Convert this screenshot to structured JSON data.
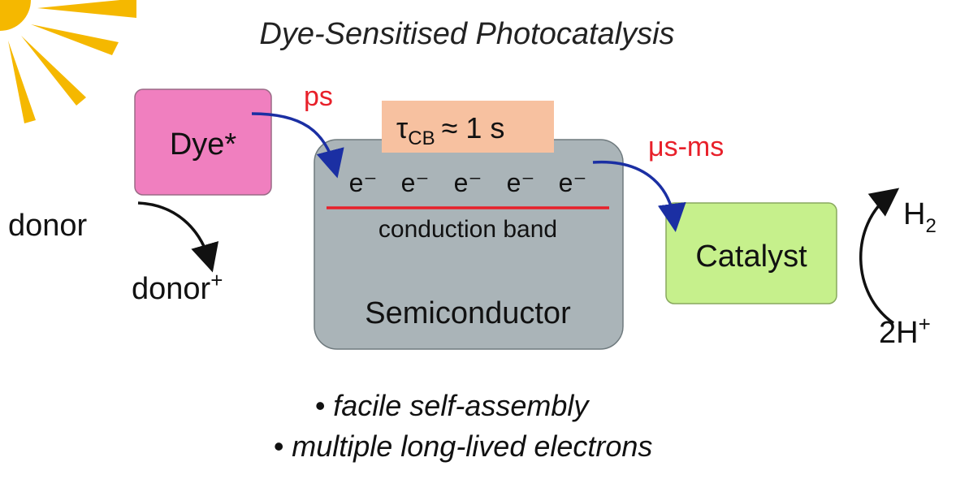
{
  "title": "Dye-Sensitised Photocatalysis",
  "sun_icon": "sun-icon",
  "dye": {
    "label": "Dye*",
    "color": "#f07fbf"
  },
  "semiconductor": {
    "label": "Semiconductor",
    "color": "#aab4b8"
  },
  "catalyst": {
    "label": "Catalyst",
    "color": "#c6f08c"
  },
  "lifetime": {
    "symbol": "τ",
    "subscript": "CB",
    "relation": "≈ 1 s",
    "color": "#f7c1a0"
  },
  "electrons": [
    "e⁻",
    "e⁻",
    "e⁻",
    "e⁻",
    "e⁻"
  ],
  "band_label": "conduction band",
  "band_color": "#e8202a",
  "injection_time": "ps",
  "transfer_time": "μs-ms",
  "time_color": "#e8202a",
  "arrow_color": "#1b2fa3",
  "donor": "donor",
  "donor_oxidised": {
    "base": "donor",
    "sup": "+"
  },
  "proton": {
    "base": "2H",
    "sup": "+"
  },
  "hydrogen": {
    "base": "H",
    "sub": "2"
  },
  "bullets": [
    "facile self-assembly",
    "multiple long-lived electrons"
  ],
  "bullet_mark": "•",
  "sun_color": "#f5b800"
}
